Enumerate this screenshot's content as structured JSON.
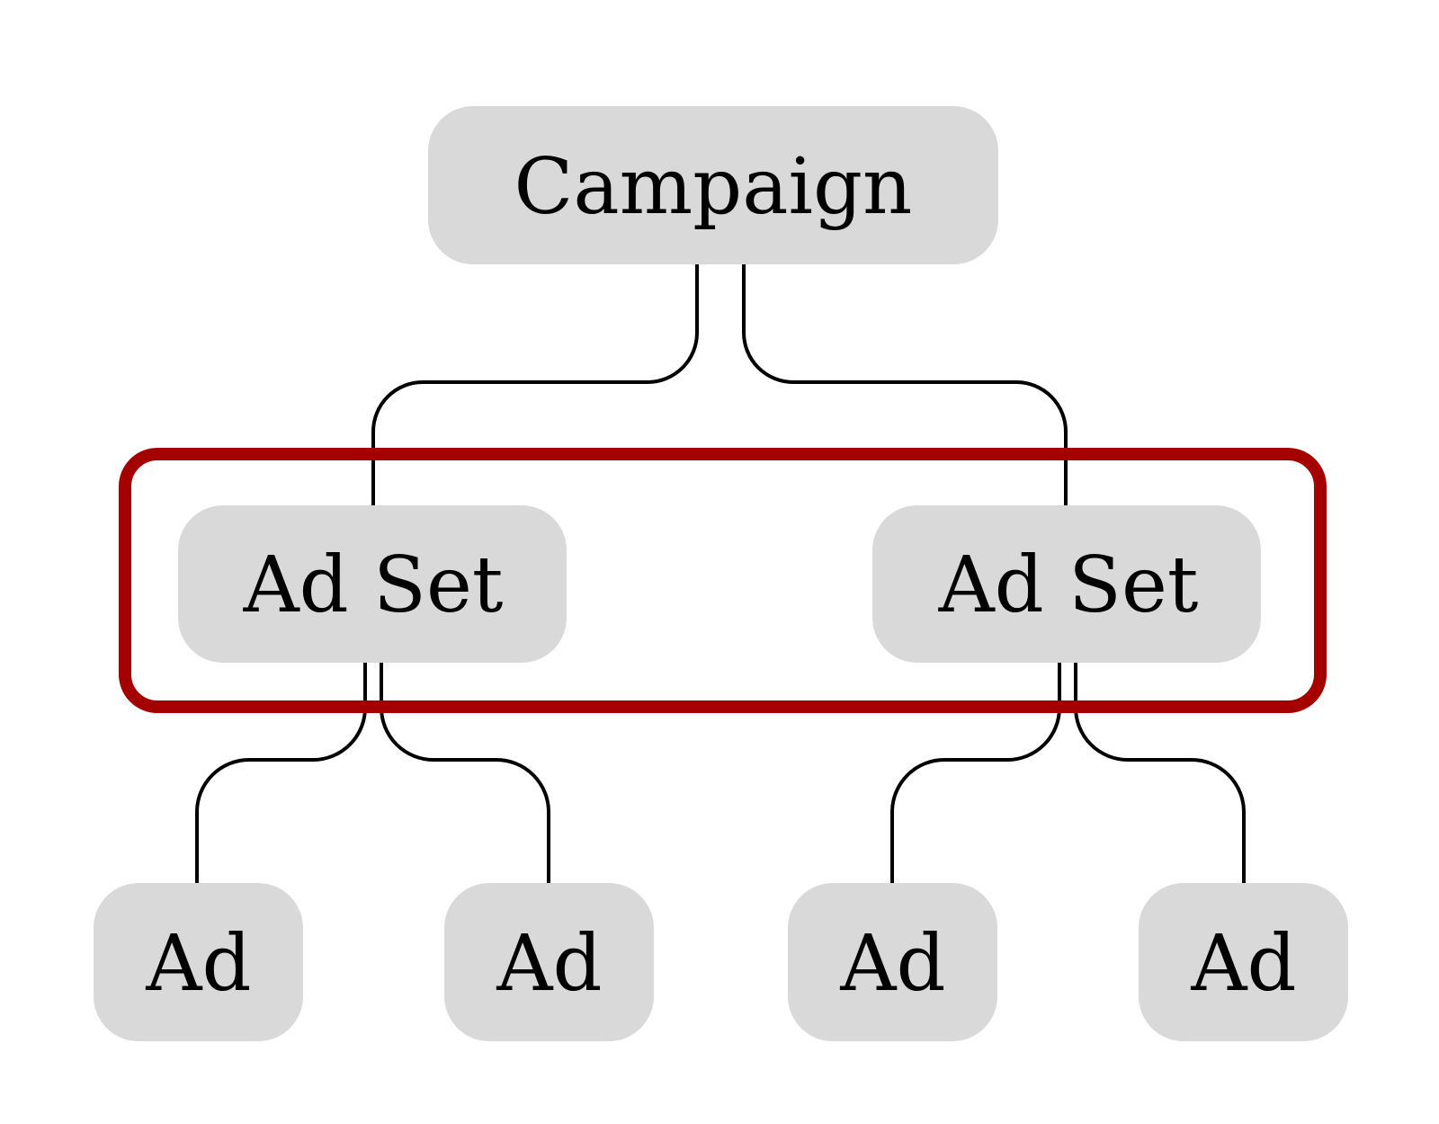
{
  "diagram": {
    "type": "hierarchy",
    "title": "",
    "colors": {
      "node_fill": "#d9d9d9",
      "text": "#000000",
      "connector": "#000000",
      "highlight": "#a50000",
      "background": "#ffffff"
    },
    "nodes": {
      "campaign": {
        "label": "Campaign"
      },
      "adset_1": {
        "label": "Ad Set"
      },
      "adset_2": {
        "label": "Ad Set"
      },
      "ad_1": {
        "label": "Ad"
      },
      "ad_2": {
        "label": "Ad"
      },
      "ad_3": {
        "label": "Ad"
      },
      "ad_4": {
        "label": "Ad"
      }
    },
    "edges": [
      {
        "from": "campaign",
        "to": "adset_1"
      },
      {
        "from": "campaign",
        "to": "adset_2"
      },
      {
        "from": "adset_1",
        "to": "ad_1"
      },
      {
        "from": "adset_1",
        "to": "ad_2"
      },
      {
        "from": "adset_2",
        "to": "ad_3"
      },
      {
        "from": "adset_2",
        "to": "ad_4"
      }
    ],
    "highlighted_group": {
      "level": "Ad Set",
      "members": [
        "adset_1",
        "adset_2"
      ]
    }
  }
}
